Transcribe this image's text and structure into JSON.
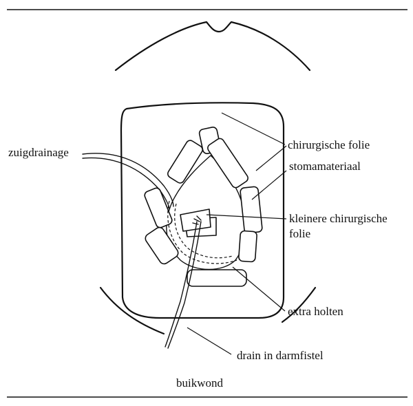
{
  "labels": {
    "suction_drainage": "zuigdrainage",
    "surgical_foil": "chirurgische folie",
    "stoma_material": "stomamateriaal",
    "smaller_surgical_foil": "kleinere chirurgische folie",
    "smaller_surgical_foil_line1": "kleinere chirurgische",
    "smaller_surgical_foil_line2": "folie",
    "extra_cavities": "extra holten",
    "drain_in_fistula": "drain in darmfistel",
    "abdominal_wound": "buikwond"
  }
}
